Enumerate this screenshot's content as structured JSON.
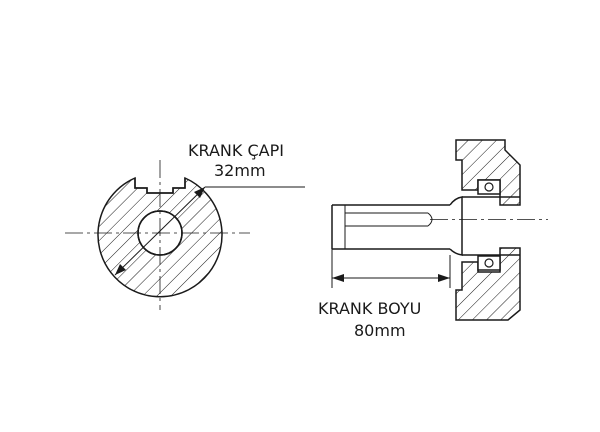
{
  "crank_diameter": {
    "label": "KRANK ÇAPI",
    "value": "32mm"
  },
  "crank_length": {
    "label": "KRANK BOYU",
    "value": "80mm"
  },
  "colors": {
    "line": "#1a1a1a",
    "background": "#ffffff"
  }
}
